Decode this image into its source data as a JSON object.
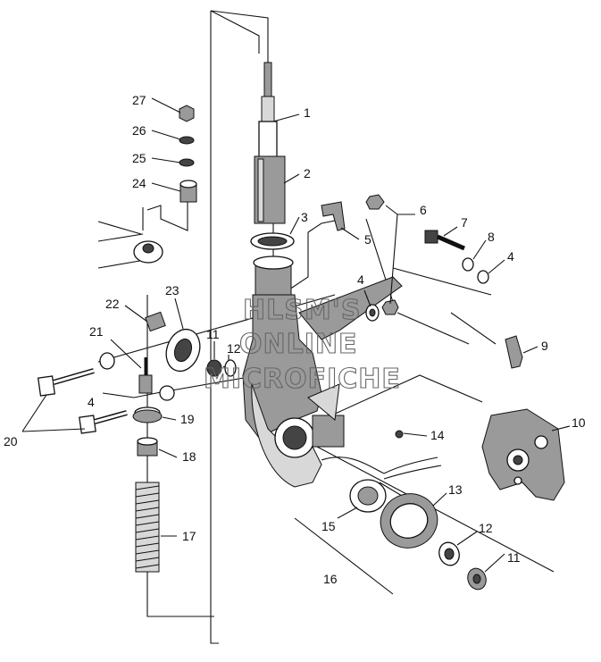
{
  "watermark": {
    "line1": "HLSM'S",
    "line2": "ONLINE",
    "line3": "MICROFICHE"
  },
  "callouts": {
    "c1": "1",
    "c2": "2",
    "c3": "3",
    "c4a": "4",
    "c4b": "4",
    "c4c": "4",
    "c5": "5",
    "c6": "6",
    "c7": "7",
    "c8": "8",
    "c9": "9",
    "c10": "10",
    "c11a": "11",
    "c11b": "11",
    "c12a": "12",
    "c12b": "12",
    "c13": "13",
    "c14": "14",
    "c15": "15",
    "c16": "16",
    "c17": "17",
    "c18": "18",
    "c19": "19",
    "c20": "20",
    "c21": "21",
    "c22": "22",
    "c23": "23",
    "c24": "24",
    "c25": "25",
    "c26": "26",
    "c27": "27"
  }
}
